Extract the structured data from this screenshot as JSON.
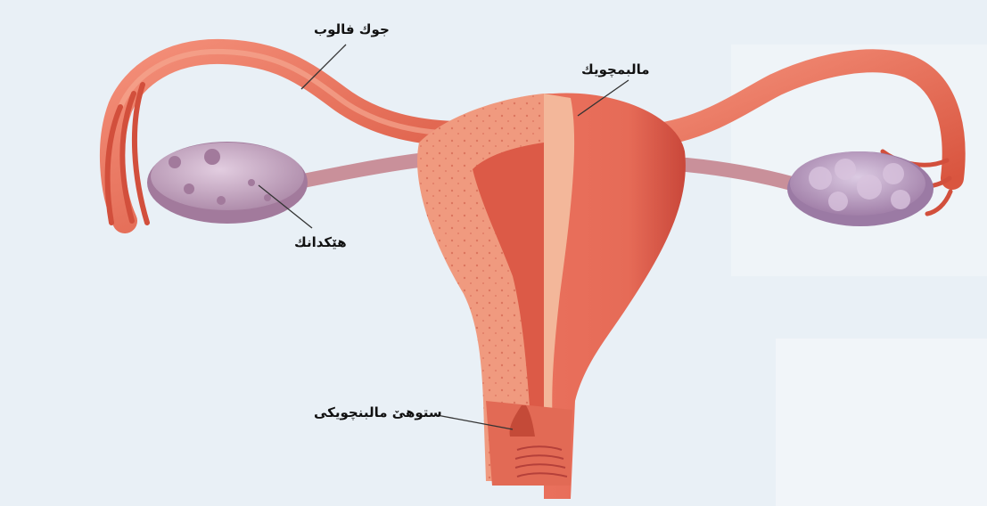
{
  "labels": {
    "fallopian_tube": "جوك فالوب",
    "uterus": "مالبمچويك",
    "ovary": "هێکدانك",
    "cervix": "ستوهێ مالبنچويكى"
  },
  "colors": {
    "background": "#e9f0f6",
    "tissue": "#e8715f",
    "tissue_light": "#f19a86",
    "endometrium": "#ef8c6e",
    "ovary": "#c9a6c4",
    "label_text": "#111111",
    "leader_line": "#333333"
  }
}
